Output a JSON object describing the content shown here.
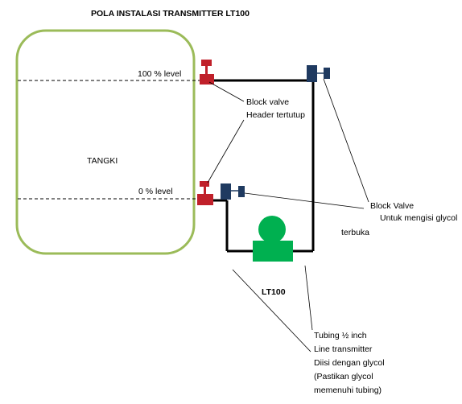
{
  "title": "POLA INSTALASI TRANSMITTER LT100",
  "tank": {
    "label": "TANGKI"
  },
  "levels": {
    "top": "100 % level",
    "bottom": "0 % level"
  },
  "callouts": {
    "block_valve_header": [
      "Block valve",
      "Header  tertutup"
    ],
    "block_valve_glycol": [
      "Block Valve",
      "Untuk mengisi glycol"
    ],
    "terbuka": "terbuka",
    "transmitter": "LT100",
    "tubing": [
      "Tubing ½ inch",
      "Line transmitter",
      "Diisi dengan glycol",
      "(Pastikan glycol",
      "memenuhi tubing)"
    ]
  },
  "colors": {
    "tank_outline": "#9BBB59",
    "block_valve": "#C0202A",
    "fill_valve": "#1F3A60",
    "transmitter": "#00B050",
    "tubing": "#000000"
  }
}
